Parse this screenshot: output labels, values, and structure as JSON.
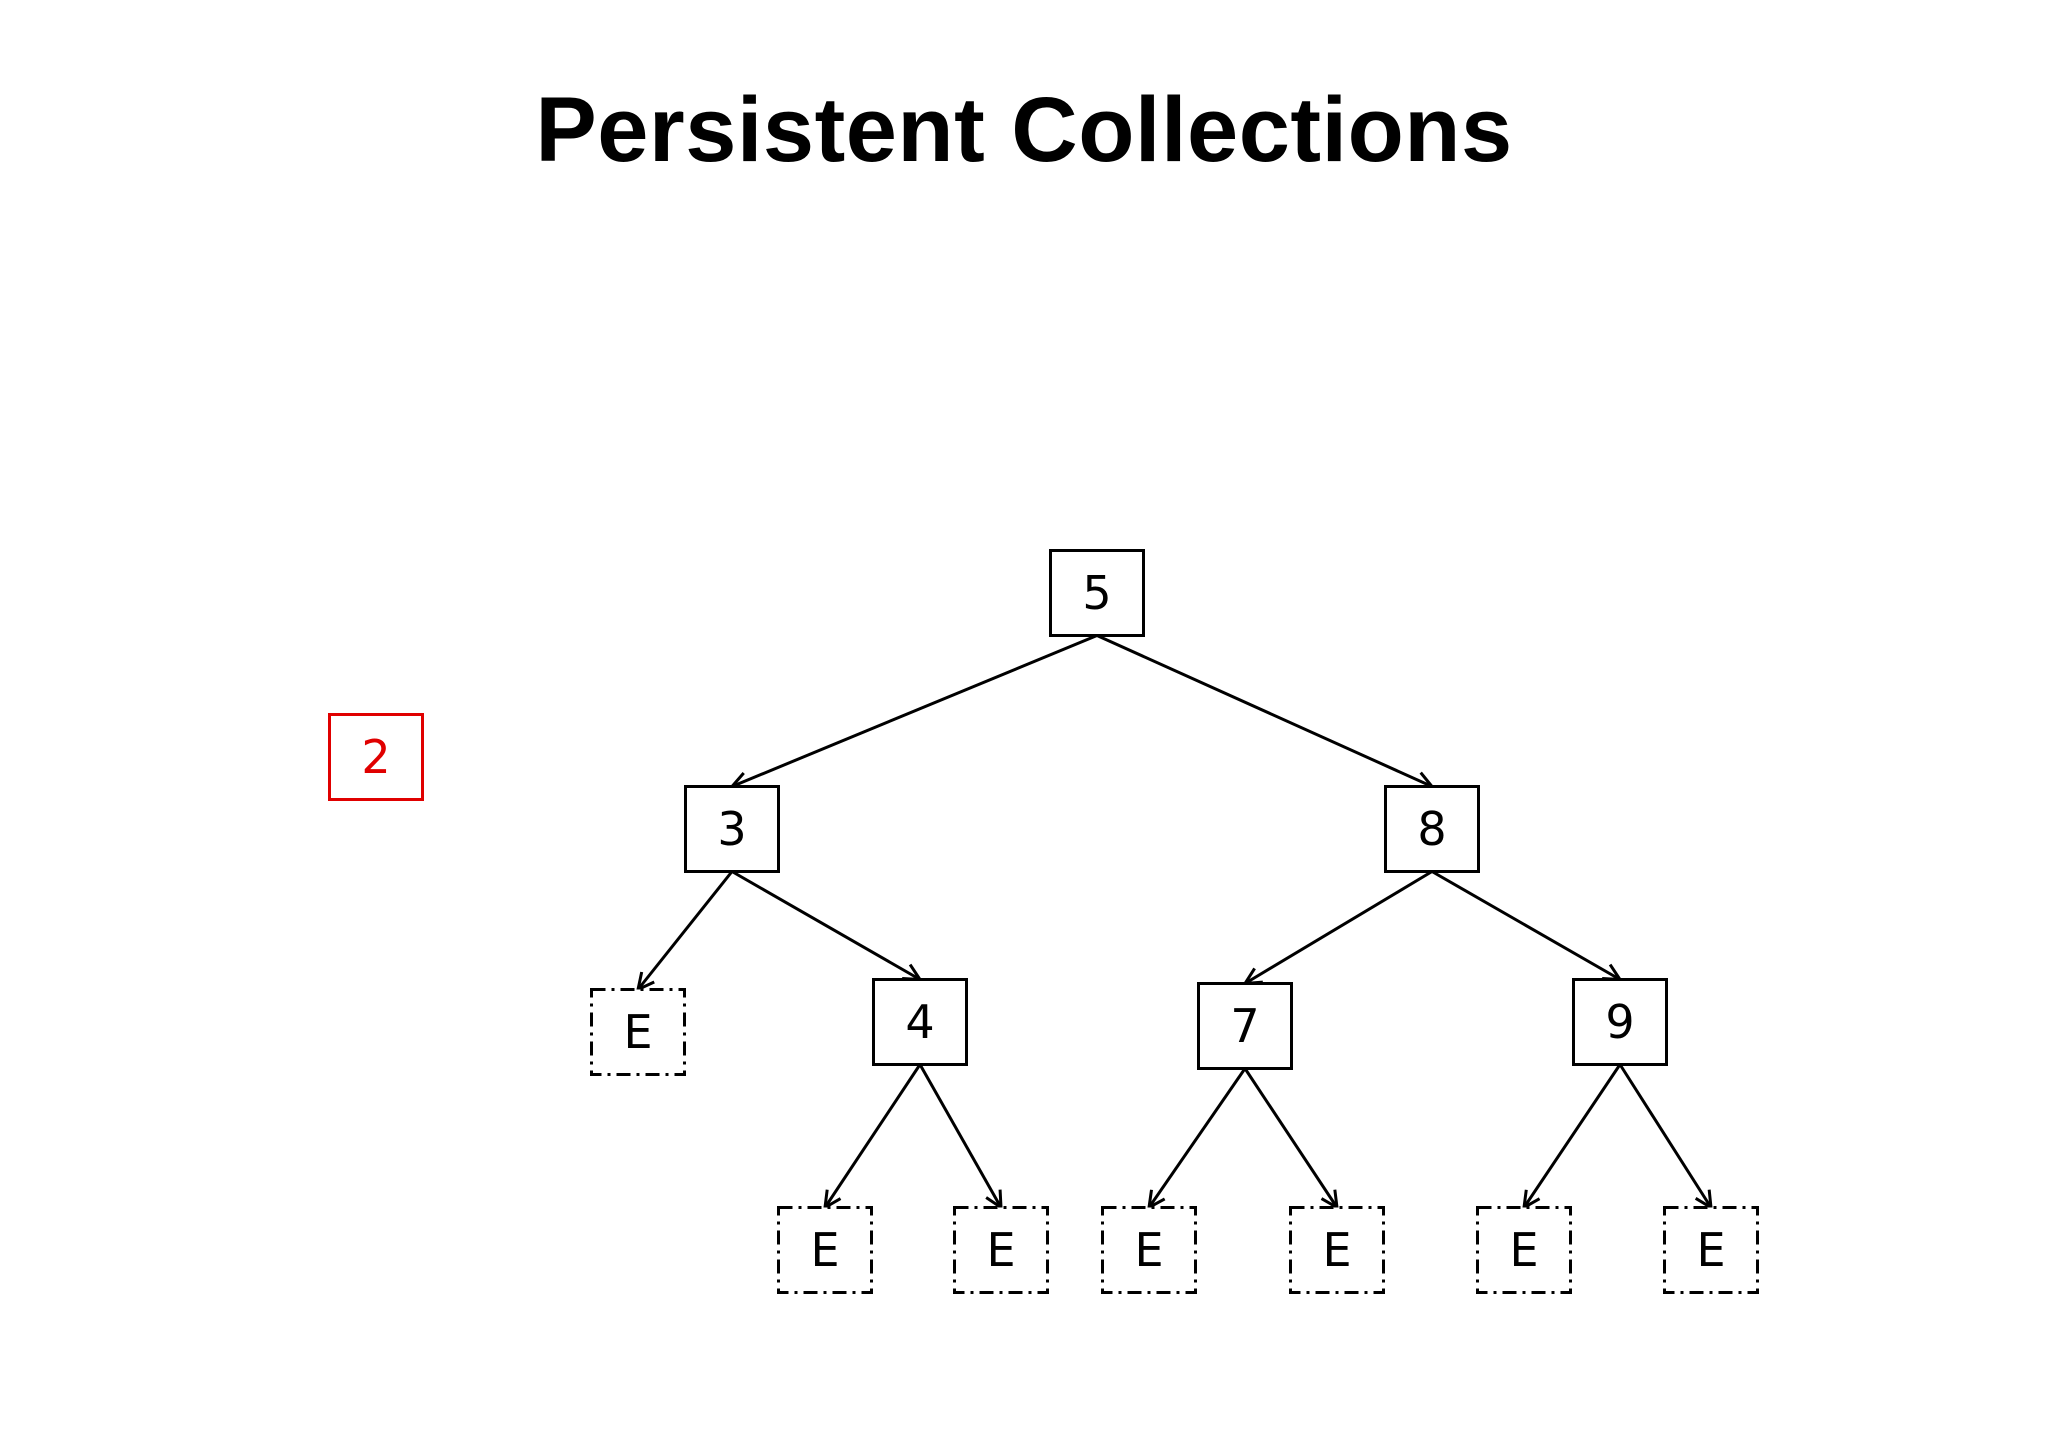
{
  "slide": {
    "title": "Persistent Collections"
  },
  "diagram": {
    "pending_value": {
      "label": "2",
      "color": "#e00000"
    },
    "nodes": [
      {
        "id": "n5",
        "label": "5",
        "kind": "node"
      },
      {
        "id": "n3",
        "label": "3",
        "kind": "node"
      },
      {
        "id": "n8",
        "label": "8",
        "kind": "node"
      },
      {
        "id": "e1",
        "label": "E",
        "kind": "empty"
      },
      {
        "id": "n4",
        "label": "4",
        "kind": "node"
      },
      {
        "id": "n7",
        "label": "7",
        "kind": "node"
      },
      {
        "id": "n9",
        "label": "9",
        "kind": "node"
      },
      {
        "id": "e2",
        "label": "E",
        "kind": "empty"
      },
      {
        "id": "e3",
        "label": "E",
        "kind": "empty"
      },
      {
        "id": "e4",
        "label": "E",
        "kind": "empty"
      },
      {
        "id": "e5",
        "label": "E",
        "kind": "empty"
      },
      {
        "id": "e6",
        "label": "E",
        "kind": "empty"
      },
      {
        "id": "e7",
        "label": "E",
        "kind": "empty"
      }
    ],
    "edges": [
      {
        "from": "n5",
        "to": "n3"
      },
      {
        "from": "n5",
        "to": "n8"
      },
      {
        "from": "n3",
        "to": "e1"
      },
      {
        "from": "n3",
        "to": "n4"
      },
      {
        "from": "n8",
        "to": "n7"
      },
      {
        "from": "n8",
        "to": "n9"
      },
      {
        "from": "n4",
        "to": "e2"
      },
      {
        "from": "n4",
        "to": "e3"
      },
      {
        "from": "n7",
        "to": "e4"
      },
      {
        "from": "n7",
        "to": "e5"
      },
      {
        "from": "n9",
        "to": "e6"
      },
      {
        "from": "n9",
        "to": "e7"
      }
    ]
  }
}
